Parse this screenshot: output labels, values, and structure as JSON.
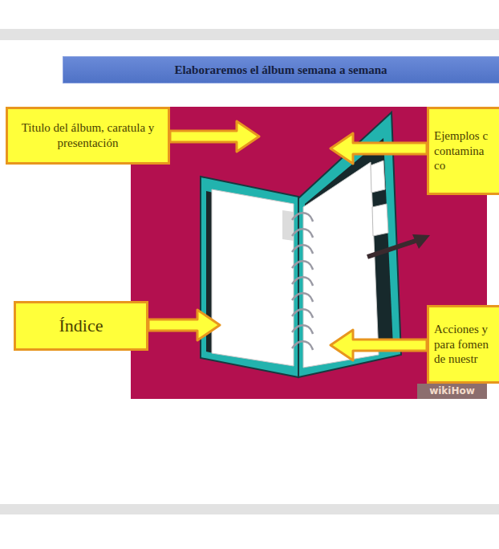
{
  "diagram": {
    "title": "Elaboraremos el álbum semana a semana",
    "nodes": [
      {
        "text": [
          "Titulo del álbum, caratula y presentación"
        ]
      },
      {
        "text": [
          "Ejemplos c contamina co"
        ]
      },
      {
        "text": [
          "Índice"
        ]
      },
      {
        "text": [
          "Acciones y para fomen de nuestr"
        ]
      }
    ],
    "labels": [
      "wikiHow"
    ]
  }
}
